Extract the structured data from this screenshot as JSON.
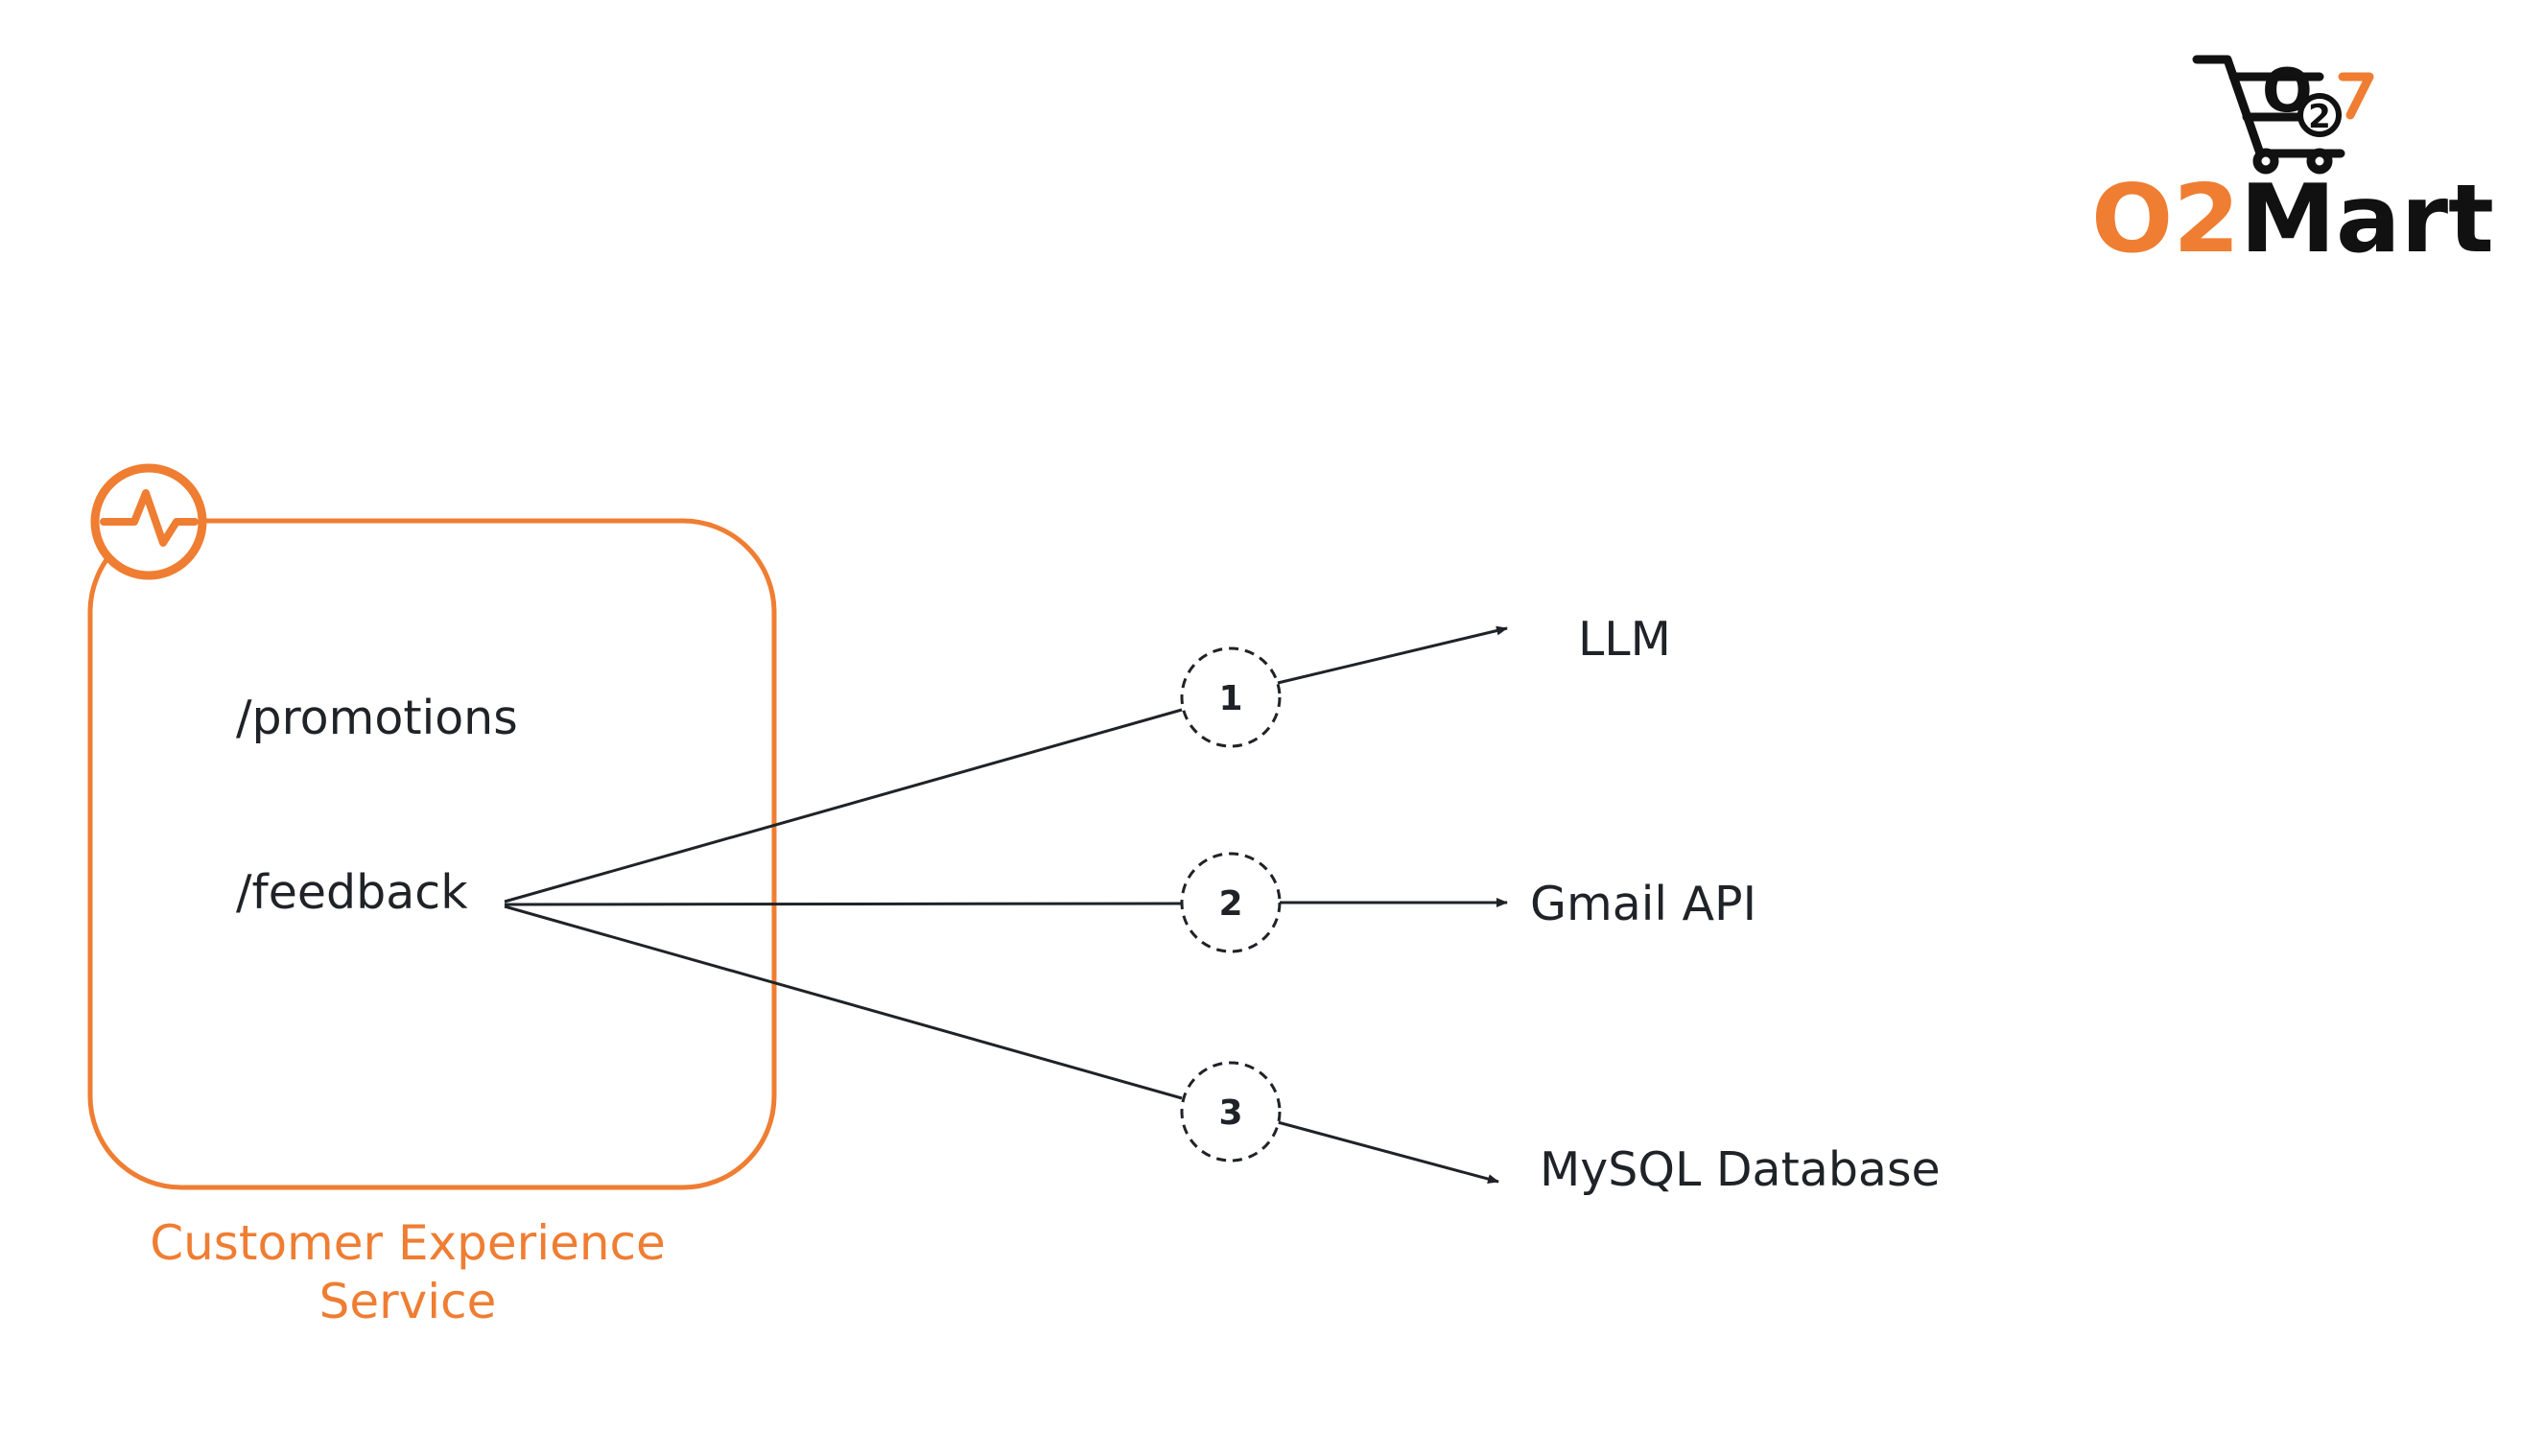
{
  "colors": {
    "accent": "#ef7d32",
    "ink": "#1f2328",
    "background": "#ffffff"
  },
  "logo": {
    "brand_prefix": "O2",
    "brand_suffix": "Mart",
    "badge_letter": "O",
    "badge_number": "2",
    "icon": "shopping-cart-icon"
  },
  "service": {
    "name_line1": "Customer Experience",
    "name_line2": "Service",
    "icon": "heartbeat-monitor-icon",
    "endpoints": [
      "/promotions",
      "/feedback"
    ]
  },
  "flows": [
    {
      "step": "1",
      "target": "LLM"
    },
    {
      "step": "2",
      "target": "Gmail API"
    },
    {
      "step": "3",
      "target": "MySQL Database"
    }
  ]
}
